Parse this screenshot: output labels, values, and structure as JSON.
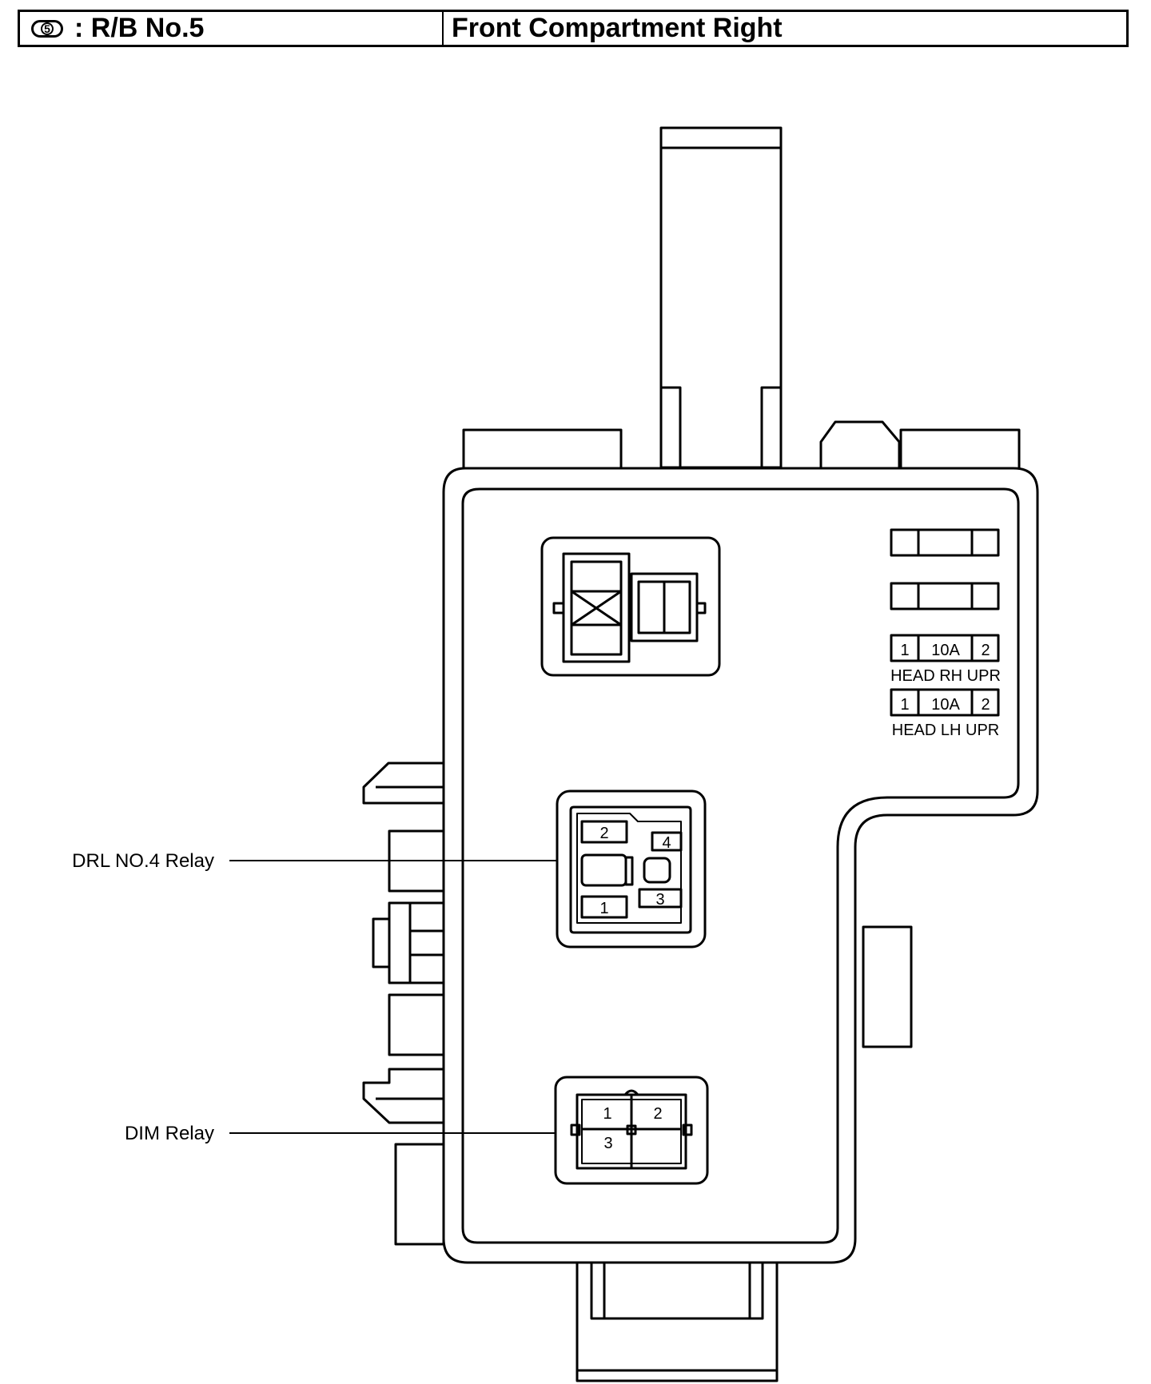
{
  "header": {
    "badge": "5",
    "block_label": ": R/B No.5",
    "location": "Front Compartment Right"
  },
  "fuses": [
    {
      "pin_left": "1",
      "rating": "10A",
      "pin_right": "2",
      "name": "HEAD RH UPR"
    },
    {
      "pin_left": "1",
      "rating": "10A",
      "pin_right": "2",
      "name": "HEAD LH UPR"
    }
  ],
  "drl_relay": {
    "label": "DRL NO.4 Relay",
    "pins": [
      "2",
      "4",
      "1",
      "3"
    ]
  },
  "dim_relay": {
    "label": "DIM Relay",
    "pins": [
      "1",
      "2",
      "3"
    ]
  }
}
